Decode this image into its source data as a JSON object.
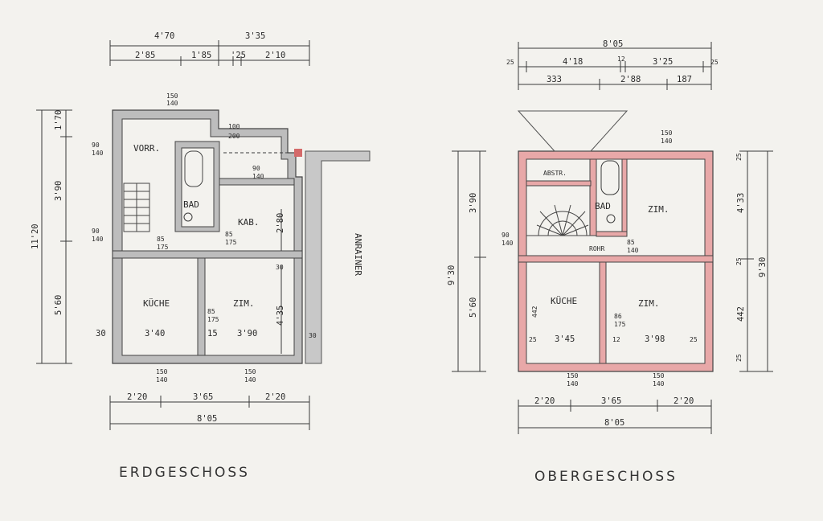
{
  "erdgeschoss": {
    "title": "ERDGESCHOSS",
    "rooms": {
      "vorr": "VORR.",
      "bad": "BAD",
      "kab": "KAB.",
      "kueche": "KÜCHE",
      "zim": "ZIM."
    },
    "neighbour": "ANRAINER",
    "dims_top": {
      "a": "4'70",
      "b": "3'35",
      "c": "2'85",
      "d": "1'85",
      "e": "'25",
      "f": "2'10"
    },
    "dims_left": {
      "a": "1'70",
      "b": "3'90",
      "c": "11'20",
      "d": "5'60"
    },
    "dims_bottom": {
      "a": "2'20",
      "b": "3'65",
      "c": "2'20",
      "d": "8'05"
    },
    "dims_inner": {
      "k_w": "3'40",
      "z_w": "3'90",
      "z_h": "4'35",
      "kab_h": "2'80",
      "w30a": "30",
      "w30b": "30",
      "w30c": "30",
      "w15": "15"
    },
    "openings": [
      {
        "num": "150",
        "den": "140"
      },
      {
        "num": "100",
        "den": "200"
      },
      {
        "num": "90",
        "den": "140"
      },
      {
        "num": "90",
        "den": "140"
      },
      {
        "num": "90",
        "den": "140"
      },
      {
        "num": "85",
        "den": "175"
      },
      {
        "num": "85",
        "den": "175"
      },
      {
        "num": "85",
        "den": "175"
      },
      {
        "num": "150",
        "den": "140"
      },
      {
        "num": "150",
        "den": "140"
      }
    ]
  },
  "obergeschoss": {
    "title": "OBERGESCHOSS",
    "rooms": {
      "abstr": "ABSTR.",
      "bad": "BAD",
      "zim1": "ZIM.",
      "kueche": "KÜCHE",
      "zim2": "ZIM.",
      "rohr": "ROHR"
    },
    "dims_top": {
      "a": "8'05",
      "b": "25",
      "c": "4'18",
      "d": "12",
      "e": "3'25",
      "f": "25",
      "g": "333",
      "h": "2'88",
      "i": "187"
    },
    "dims_left": {
      "a": "3'90",
      "b": "9'30",
      "c": "5'60",
      "d": "442"
    },
    "dims_right": {
      "a": "25",
      "b": "4'33",
      "c": "25",
      "d": "9'30",
      "e": "442",
      "f": "25"
    },
    "dims_bottom": {
      "a": "2'20",
      "b": "3'65",
      "c": "2'20",
      "d": "8'05"
    },
    "dims_inner": {
      "k_w": "3'45",
      "z_w": "3'98",
      "w25a": "25",
      "w25b": "25",
      "w12": "12"
    },
    "openings": [
      {
        "num": "150",
        "den": "140"
      },
      {
        "num": "90",
        "den": "140"
      },
      {
        "num": "85",
        "den": "140"
      },
      {
        "num": "86",
        "den": "175"
      },
      {
        "num": "150",
        "den": "140"
      },
      {
        "num": "150",
        "den": "140"
      }
    ]
  },
  "colors": {
    "paper": "#f3f2ee",
    "ink": "#3a3a3a",
    "wall_fill": "#e8a8a8",
    "wall_grey": "#b5b5b5"
  }
}
